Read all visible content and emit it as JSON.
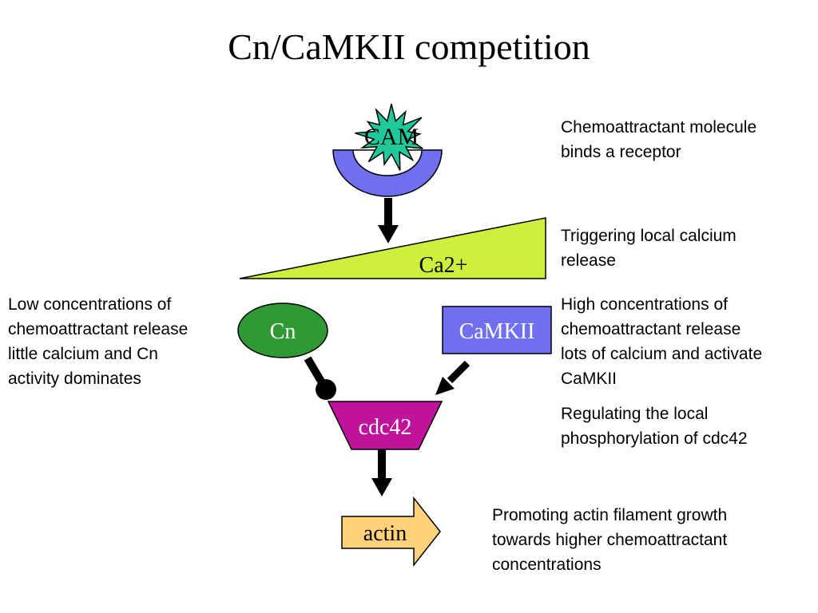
{
  "slide": {
    "title": "Cn/CaMKII competition"
  },
  "diagram": {
    "cam_label": "CAM",
    "calcium_label": "Ca2+",
    "cn_label": "Cn",
    "camkii_label": "CaMKII",
    "cdc42_label": "cdc42",
    "actin_label": "actin",
    "colors": {
      "cam_star": "#1fc99a",
      "receptor": "#6f6ff0",
      "calcium_wedge": "#ccf03c",
      "cn": "#2f9a34",
      "camkii": "#6f6ff0",
      "cdc42": "#c0139c",
      "actin": "#ffd27a"
    }
  },
  "notes": {
    "receptor": [
      "Chemoattractant molecule",
      "binds a receptor"
    ],
    "calcium": [
      "Triggering local calcium",
      "release"
    ],
    "low": [
      "Low concentrations of",
      "chemoattractant release",
      "little calcium and Cn",
      "activity dominates"
    ],
    "high": [
      "High concentrations of",
      "chemoattractant release",
      "lots of calcium and activate",
      "CaMKII"
    ],
    "cdc42": [
      "Regulating the local",
      "phosphorylation of cdc42"
    ],
    "actin": [
      "Promoting actin filament growth",
      "towards higher chemoattractant",
      "concentrations"
    ]
  }
}
